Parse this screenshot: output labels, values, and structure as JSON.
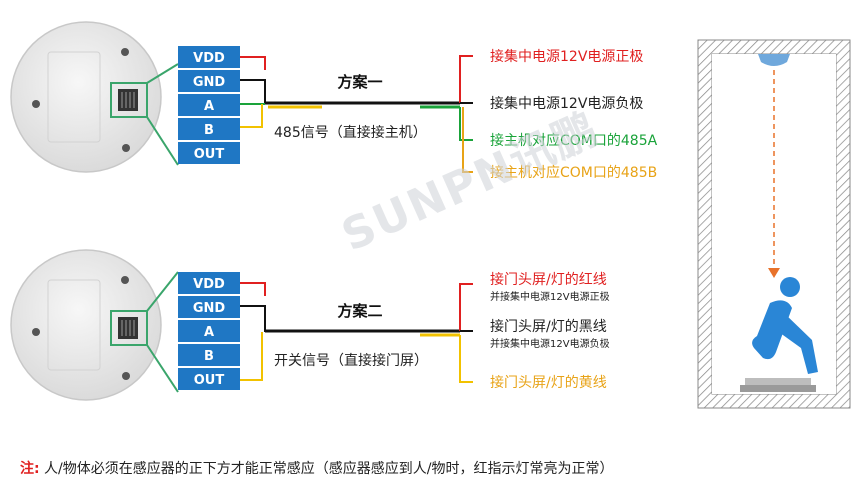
{
  "pins": [
    "VDD",
    "GND",
    "A",
    "B",
    "OUT"
  ],
  "scheme1": {
    "title": "方案一",
    "signal": "485信号（直接接主机）",
    "labels": [
      {
        "text": "接集中电源12V电源正极",
        "color": "#e02020"
      },
      {
        "text": "接集中电源12V电源负极",
        "color": "#222222"
      },
      {
        "text": "接主机对应COM口的485A",
        "color": "#1aa33a"
      },
      {
        "text": "接主机对应COM口的485B",
        "color": "#e8a317"
      }
    ]
  },
  "scheme2": {
    "title": "方案二",
    "signal": "开关信号（直接接门屏）",
    "labels": [
      {
        "text": "接门头屏/灯的红线",
        "sub": "并接集中电源12V电源正极",
        "color": "#e02020"
      },
      {
        "text": "接门头屏/灯的黑线",
        "sub": "并接集中电源12V电源负极",
        "color": "#222222"
      },
      {
        "text": "接门头屏/灯的黄线",
        "sub": "",
        "color": "#e8a317"
      }
    ]
  },
  "watermark": "SUNPN讯鹏",
  "note": {
    "label": "注:",
    "text": " 人/物体必须在感应器的正下方才能正常感应（感应器感应到人/物时，红指示灯常亮为正常）"
  },
  "colors": {
    "pin_box": "#1f77c4",
    "red": "#e02020",
    "black": "#111111",
    "green": "#1aa33a",
    "yellow": "#f2c200",
    "orange": "#e8a317",
    "connector": "#3aa56b",
    "person": "#2a86d6"
  }
}
